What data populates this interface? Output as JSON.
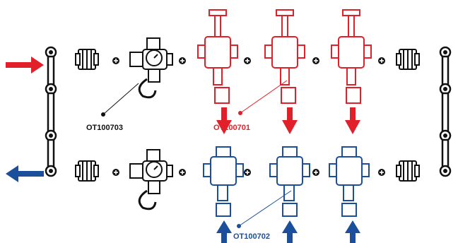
{
  "labels": {
    "meter_manifold": "OT100703",
    "supply_valve": "OT100701",
    "return_valve": "OT100702"
  },
  "colors": {
    "supply": "#e2202a",
    "return": "#1b4f9c",
    "neutral": "#111111"
  },
  "icons": {
    "supply_arrow": "arrow-right-icon",
    "return_arrow": "arrow-left-icon",
    "plus": "plus-icon"
  }
}
